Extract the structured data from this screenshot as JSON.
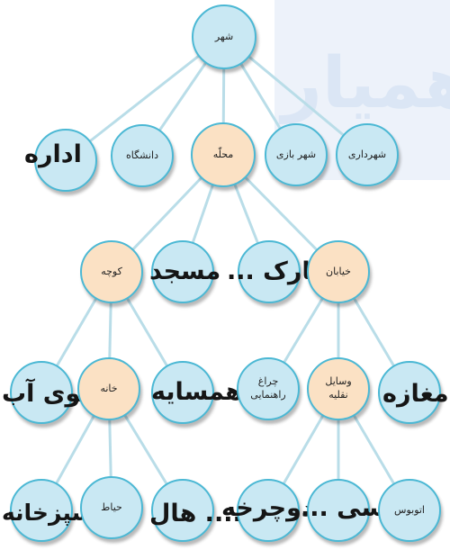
{
  "watermark": {
    "text": "همیار"
  },
  "colors": {
    "node_fill": "#c9e8f3",
    "node_highlight": "#fbe1c4",
    "node_border": "#4bb8d4",
    "edge": "#b9dde8"
  },
  "nodes": {
    "shahr": {
      "text": "شهر"
    },
    "edare": {
      "text": "اداره"
    },
    "daneshgah": {
      "text": "دانشگاه"
    },
    "mahalle": {
      "text": "محلّه"
    },
    "shahr_bazi": {
      "text": "شهر بازی"
    },
    "shahrdari": {
      "text": "شهرداری"
    },
    "kooche": {
      "text": "کوچه"
    },
    "masjed": {
      "text": "مسجد"
    },
    "park": {
      "text": "پارک ..."
    },
    "khiaban": {
      "text": "خیابان"
    },
    "jooye_ab": {
      "text": "جوی آب"
    },
    "khane": {
      "text": "خانه"
    },
    "hamsaye": {
      "text": "همسایه"
    },
    "cheragh": {
      "text": "چراغ راهنمایی"
    },
    "vasayel": {
      "text": "وسایل نقلیه"
    },
    "maghaze": {
      "text": "مغازه"
    },
    "ashpazkhane": {
      "text": "آشپزخانه"
    },
    "hayat": {
      "text": "حیاط"
    },
    "hal": {
      "text": "...... هال"
    },
    "docharkhe": {
      "text": "دوچرخه"
    },
    "taxi": {
      "text": "تاکسی ..."
    },
    "otobus": {
      "text": "اتوبوس"
    }
  }
}
